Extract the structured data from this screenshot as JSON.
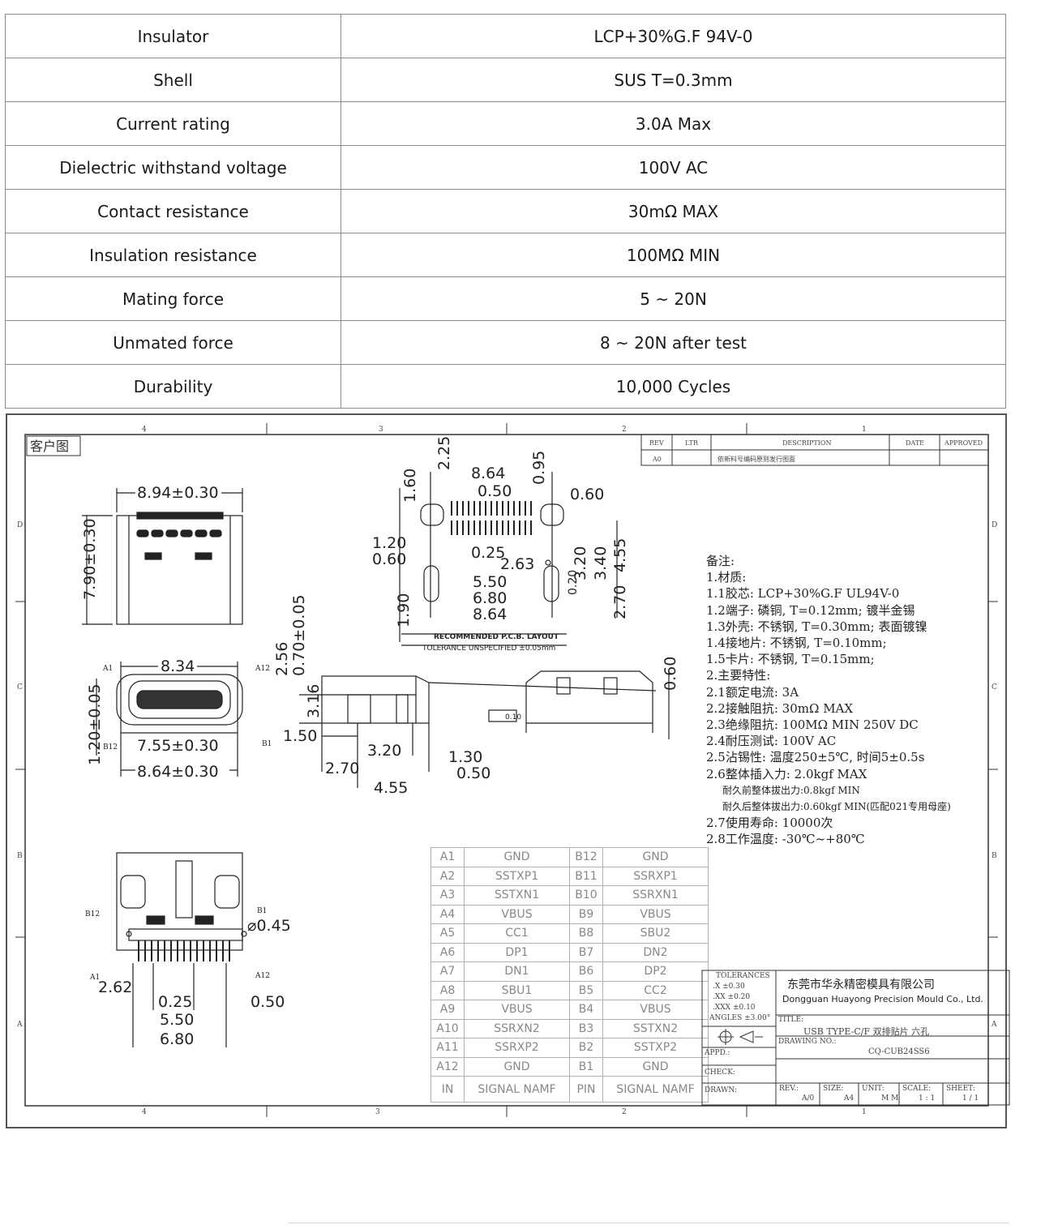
{
  "spec_rows": [
    {
      "label": "Insulator",
      "value": "LCP+30%G.F  94V-0"
    },
    {
      "label": "Shell",
      "value": "SUS T=0.3mm"
    },
    {
      "label": "Current rating",
      "value": "3.0A Max"
    },
    {
      "label": "Dielectric withstand voltage",
      "value": "100V AC"
    },
    {
      "label": "Contact resistance",
      "value": "30mΩ MAX"
    },
    {
      "label": "Insulation resistance",
      "value": "100MΩ MIN"
    },
    {
      "label": "Mating force",
      "value": "5 ~ 20N"
    },
    {
      "label": "Unmated force",
      "value": "8 ~ 20N after test"
    },
    {
      "label": "Durability",
      "value": "10,000 Cycles"
    }
  ],
  "drawing": {
    "customer_tag": "客户图",
    "revision_table": {
      "headers": [
        "REV",
        "LTR",
        "DESCRIPTION",
        "DATE",
        "APPROVED"
      ],
      "row": [
        "A0",
        "",
        "依新料号编码原则发行图面",
        "",
        ""
      ]
    },
    "zone_numbers": [
      "4",
      "3",
      "2",
      "1"
    ],
    "zone_letters": [
      "D",
      "C",
      "B",
      "A"
    ],
    "dimensions": {
      "top_view": [
        "8.94±0.30",
        "7.90±0.30"
      ],
      "front_view": [
        "8.34",
        "A1",
        "A12",
        "B12",
        "B1",
        "7.55±0.30",
        "8.64±0.30",
        "2.56",
        "0.70±0.05",
        "1.20±0.05"
      ],
      "side_view": [
        "3.16",
        "1.50",
        "3.20",
        "1.30",
        "2.70",
        "0.50",
        "4.55"
      ],
      "pcb_layout": [
        "2.25",
        "8.64",
        "0.95",
        "1.60",
        "0.50",
        "0.60",
        "1.20",
        "0.60",
        "0.25",
        "2.63",
        "5.50",
        "6.80",
        "8.64",
        "1.90",
        "3.20",
        "3.40",
        "4.55",
        "2.70",
        "0.20"
      ],
      "pcb_caption": "RECOMMENDED  P.C.B. LAYOUT",
      "pcb_tolerance": "TOLERANCE UNSPECIFIED ±0.05mm",
      "profile_view": [
        "0.60",
        "0.10"
      ],
      "bottom_view": [
        "B12",
        "B1",
        "⌀0.45",
        "A1",
        "A12",
        "2.62",
        "0.25",
        "0.50",
        "5.50",
        "6.80"
      ]
    },
    "notes": [
      "备注:",
      "1.材质:",
      "1.1胶芯: LCP+30%G.F UL94V-0",
      "1.2端子: 磷铜, T=0.12mm; 镀半金锡",
      "1.3外壳: 不锈钢, T=0.30mm; 表面镀镍",
      "1.4接地片: 不锈钢, T=0.10mm;",
      "1.5卡片: 不锈钢, T=0.15mm;",
      "2.主要特性:",
      "2.1额定电流: 3A",
      "2.2接触阻抗: 30mΩ MAX",
      "2.3绝缘阻抗: 100MΩ MIN 250V DC",
      "2.4耐压测试: 100V AC",
      "2.5沾锡性: 温度250±5℃, 时间5±0.5s",
      "2.6整体插入力: 2.0kgf MAX",
      "耐久前整体拔出力:0.8kgf MIN",
      "耐久后整体拔出力:0.60kgf MIN(匹配021专用母座)",
      "2.7使用寿命: 10000次",
      "2.8工作温度: -30℃~+80℃"
    ],
    "pin_table": {
      "rows": [
        [
          "A1",
          "GND",
          "B12",
          "GND"
        ],
        [
          "A2",
          "SSTXP1",
          "B11",
          "SSRXP1"
        ],
        [
          "A3",
          "SSTXN1",
          "B10",
          "SSRXN1"
        ],
        [
          "A4",
          "VBUS",
          "B9",
          "VBUS"
        ],
        [
          "A5",
          "CC1",
          "B8",
          "SBU2"
        ],
        [
          "A6",
          "DP1",
          "B7",
          "DN2"
        ],
        [
          "A7",
          "DN1",
          "B6",
          "DP2"
        ],
        [
          "A8",
          "SBU1",
          "B5",
          "CC2"
        ],
        [
          "A9",
          "VBUS",
          "B4",
          "VBUS"
        ],
        [
          "A10",
          "SSRXN2",
          "B3",
          "SSTXN2"
        ],
        [
          "A11",
          "SSRXP2",
          "B2",
          "SSTXP2"
        ],
        [
          "A12",
          "GND",
          "B1",
          "GND"
        ]
      ],
      "header": [
        "IN",
        "SIGNAL NAMF",
        "PIN",
        "SIGNAL NAMF"
      ]
    },
    "title_block": {
      "tolerances_label": "TOLERANCES",
      "tol_x": ".X     ±0.30",
      "tol_xx": ".XX    ±0.20",
      "tol_xxx": ".XXX   ±0.10",
      "tol_angles": "ANGLES ±3.00°",
      "company_cn": "东莞市华永精密模具有限公司",
      "company_en": "Dongguan Huayong Precision Mould Co., Ltd.",
      "title_label": "TITLE:",
      "title_value": "USB TYPE-C/F 双排贴片 六孔",
      "drawing_no_label": "DRAWING NO.:",
      "drawing_no_value": "CQ-CUB24SS6",
      "appd": "APPD.:",
      "check": "CHECK:",
      "drawn": "DRAWN:",
      "rev_label": "REV.:",
      "rev_value": "A/0",
      "size_label": "SIZE:",
      "size_value": "A4",
      "unit_label": "UNIT:",
      "unit_value": "M M",
      "scale_label": "SCALE:",
      "scale_value": "1 : 1",
      "sheet_label": "SHEET:",
      "sheet_value": "1 / 1"
    }
  }
}
